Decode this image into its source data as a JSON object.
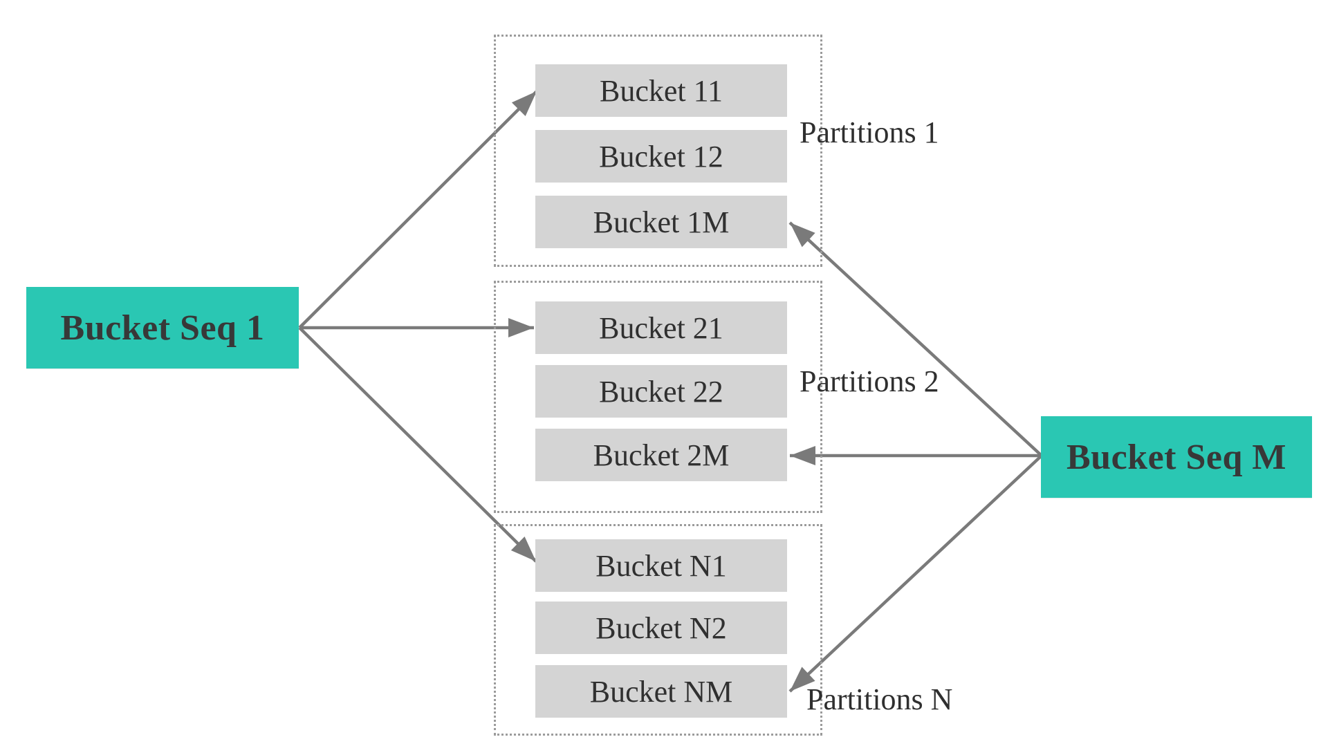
{
  "diagram": {
    "seq_nodes": [
      {
        "label": "Bucket Seq 1"
      },
      {
        "label": "Bucket Seq M"
      }
    ],
    "partitions": [
      {
        "label": "Partitions 1",
        "buckets": [
          "Bucket 11",
          "Bucket 12",
          "Bucket 1M"
        ]
      },
      {
        "label": "Partitions 2",
        "buckets": [
          "Bucket 21",
          "Bucket 22",
          "Bucket 2M"
        ]
      },
      {
        "label": "Partitions N",
        "buckets": [
          "Bucket N1",
          "Bucket N2",
          "Bucket NM"
        ]
      }
    ],
    "edges": [
      {
        "from": "Bucket Seq 1",
        "to": "Bucket 11"
      },
      {
        "from": "Bucket Seq 1",
        "to": "Bucket 21"
      },
      {
        "from": "Bucket Seq 1",
        "to": "Bucket N1"
      },
      {
        "from": "Bucket Seq M",
        "to": "Bucket 1M"
      },
      {
        "from": "Bucket Seq M",
        "to": "Bucket 2M"
      },
      {
        "from": "Bucket Seq M",
        "to": "Bucket NM"
      }
    ],
    "colors": {
      "seq_fill": "#2ac7b3",
      "bucket_fill": "#d4d4d4",
      "arrow": "#7a7a7a",
      "dotted_border": "#9b9b9b",
      "seq_text": "#383838",
      "bucket_text": "#303030",
      "label_text": "#2f2f2f"
    }
  }
}
